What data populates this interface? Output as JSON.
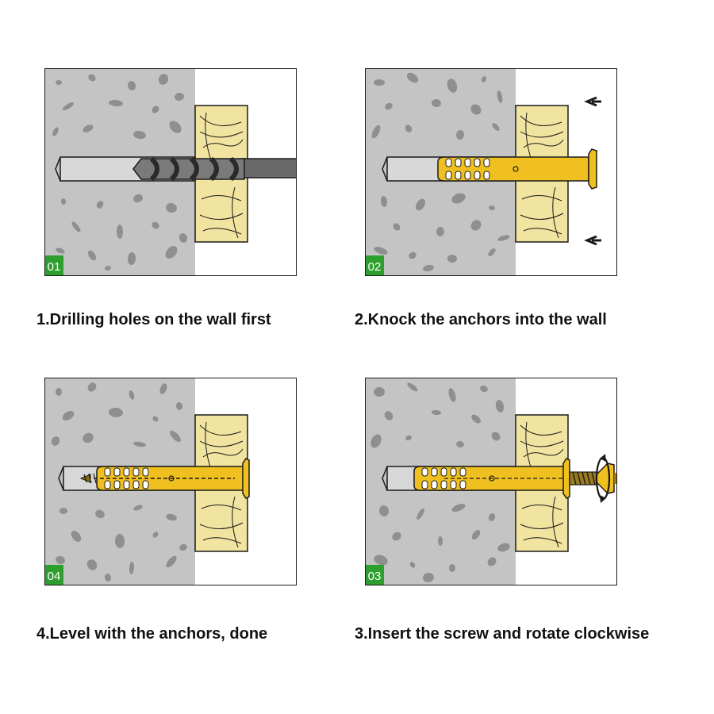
{
  "colors": {
    "concrete": "#c4c4c4",
    "speckle": "#8f8f8f",
    "wood": "#f1e3a0",
    "anchor": "#f0c020",
    "badge": "#2e9e2e",
    "outline": "#1a1a1a"
  },
  "steps": [
    {
      "badge": "01",
      "caption": "1.Drilling holes on the wall first"
    },
    {
      "badge": "02",
      "caption": "2.Knock the anchors into the wall"
    },
    {
      "badge": "04",
      "caption": "4.Level with the anchors, done"
    },
    {
      "badge": "03",
      "caption": "3.Insert the screw and rotate clockwise"
    }
  ],
  "icons": [
    "drill-bit-icon",
    "anchor-icon",
    "screw-icon",
    "arrow-left-icon",
    "rotate-clockwise-icon"
  ]
}
